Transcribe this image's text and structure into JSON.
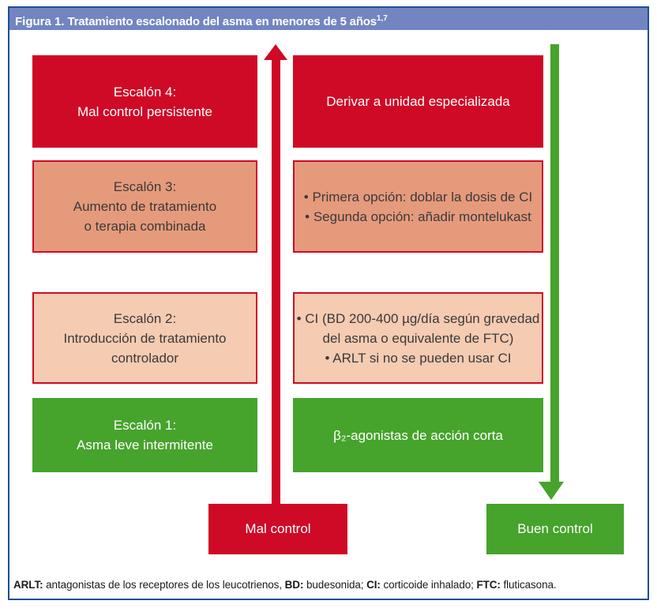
{
  "header": {
    "label": "Figura 1.",
    "title": " Tratamiento escalonado del asma en menores de 5 años",
    "superscript": "1,7"
  },
  "steps": [
    {
      "severity": "red",
      "left": [
        "Escalón 4:",
        "Mal control persistente"
      ],
      "right": [
        "Derivar a unidad especializada"
      ]
    },
    {
      "severity": "salmon",
      "left": [
        "Escalón 3:",
        "Aumento de tratamiento",
        "o terapia combinada"
      ],
      "right": [
        "• Primera opción: doblar la dosis de CI",
        "• Segunda opción: añadir montelukast"
      ]
    },
    {
      "severity": "pink",
      "left": [
        "Escalón 2:",
        "Introducción de tratamiento",
        "controlador"
      ],
      "right": [
        "• CI (BD 200-400 µg/día según gravedad",
        "del asma o equivalente de FTC)",
        "• ARLT si no se pueden usar CI"
      ]
    },
    {
      "severity": "green",
      "left": [
        "Escalón 1:",
        "Asma leve intermitente"
      ],
      "right": [
        "β₂-agonistas de acción corta"
      ]
    }
  ],
  "arrows": {
    "worse": {
      "label": "Mal control",
      "direction": "up",
      "color": "#cf0a26"
    },
    "better": {
      "label": "Buen control",
      "direction": "down",
      "color": "#46a32c"
    }
  },
  "footnote": {
    "segments": [
      {
        "text": "ARLT:",
        "bold": true
      },
      {
        "text": " antagonistas de los receptores de los leucotrienos, ",
        "bold": false
      },
      {
        "text": "BD:",
        "bold": true
      },
      {
        "text": " budesonida; ",
        "bold": false
      },
      {
        "text": "CI:",
        "bold": true
      },
      {
        "text": " corticoide inhalado; ",
        "bold": false
      },
      {
        "text": "FTC:",
        "bold": true
      },
      {
        "text": " fluticasona.",
        "bold": false
      }
    ]
  },
  "colors": {
    "frame_border": "#1f4e96",
    "header_bg": "#7285c1",
    "step_red": "#cf0a26",
    "step_salmon": "#e69a7c",
    "step_pink": "#f5cbb2",
    "step_green": "#46a32c"
  }
}
